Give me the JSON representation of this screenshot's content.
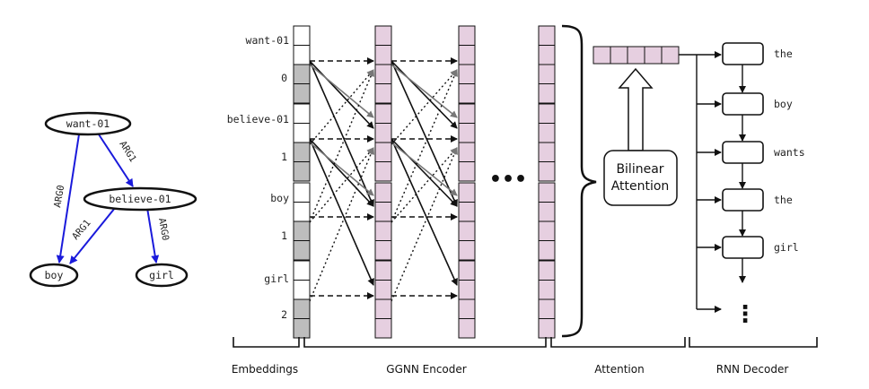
{
  "amr_graph": {
    "nodes": [
      "want-01",
      "believe-01",
      "boy",
      "girl"
    ],
    "edges": [
      {
        "from": "want-01",
        "to": "boy",
        "label": "ARG0"
      },
      {
        "from": "want-01",
        "to": "believe-01",
        "label": "ARG1"
      },
      {
        "from": "believe-01",
        "to": "boy",
        "label": "ARG1"
      },
      {
        "from": "believe-01",
        "to": "girl",
        "label": "ARG0"
      }
    ]
  },
  "embeddings": {
    "groups": [
      {
        "word": "want-01",
        "index": "0"
      },
      {
        "word": "believe-01",
        "index": "1"
      },
      {
        "word": "boy",
        "index": "1"
      },
      {
        "word": "girl",
        "index": "2"
      }
    ]
  },
  "encoder": {
    "ellipsis": "•••"
  },
  "attention": {
    "label_line1": "Bilinear",
    "label_line2": "Attention"
  },
  "decoder": {
    "tokens": [
      "the",
      "boy",
      "wants",
      "the",
      "girl"
    ],
    "ellipsis": "⋮"
  },
  "sections": [
    "Embeddings",
    "GGNN Encoder",
    "Attention",
    "RNN Decoder"
  ],
  "colors": {
    "graph_edge": "#1a1adb",
    "cell_fill": "#e6cfe0",
    "index_fill": "#bdbdbd",
    "gate_arrow": "#777777"
  }
}
